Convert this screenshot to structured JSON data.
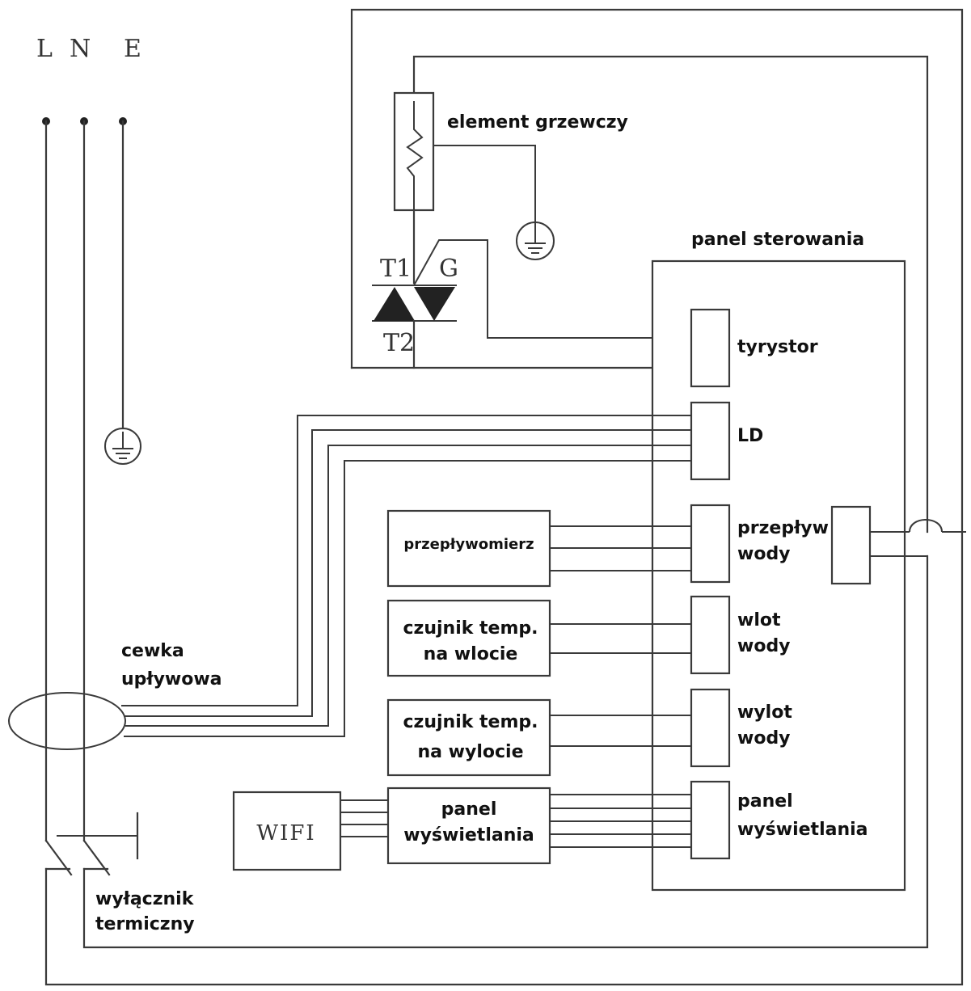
{
  "terminals": {
    "l": "L",
    "n": "N",
    "e": "E"
  },
  "heater": {
    "label": "element grzewczy"
  },
  "triac": {
    "t1": "T1",
    "t2": "T2",
    "g": "G"
  },
  "control_panel": {
    "title": "panel sterowania"
  },
  "connectors": {
    "tyrystor": "tyrystor",
    "ld": "LD",
    "flow": [
      "przepływ",
      "wody"
    ],
    "inlet": [
      "wlot",
      "wody"
    ],
    "outlet": [
      "wylot",
      "wody"
    ],
    "display": [
      "panel",
      "wyświetlania"
    ]
  },
  "modules": {
    "flowmeter": "przepływomierz",
    "inlet_sensor": [
      "czujnik temp.",
      "na wlocie"
    ],
    "outlet_sensor": [
      "czujnik temp.",
      "na wylocie"
    ],
    "display_panel": [
      "panel",
      "wyświetlania"
    ],
    "wifi": "WIFI"
  },
  "leakage_coil": [
    "cewka",
    "upływowa"
  ],
  "thermal_switch": [
    "wyłącznik",
    "termiczny"
  ]
}
